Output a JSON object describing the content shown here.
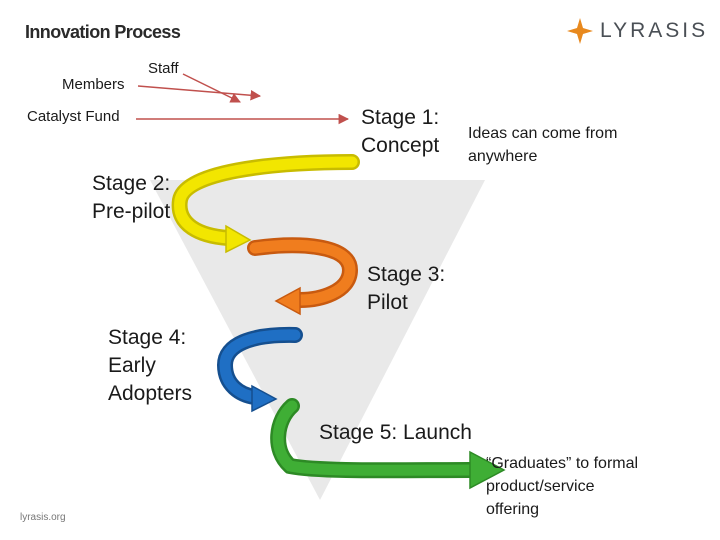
{
  "header": {
    "title": "Innovation Process",
    "logo_text": "LYRASIS"
  },
  "inputs": {
    "members": "Members",
    "staff": "Staff",
    "catalyst_fund": "Catalyst Fund"
  },
  "stages": [
    {
      "label": "Stage 1:\nConcept",
      "color": "#e8622a"
    },
    {
      "label": "Stage 2:\nPre-pilot",
      "color": "#f2e600"
    },
    {
      "label": "Stage 3:\nPilot",
      "color": "#f07d1e"
    },
    {
      "label": "Stage 4:\nEarly\nAdopters",
      "color": "#1f6fc4"
    },
    {
      "label": "Stage 5: Launch",
      "color": "#3fae35"
    }
  ],
  "notes": {
    "ideas": "Ideas can come from\nanywhere",
    "graduates": "“Graduates” to formal\nproduct/service\noffering"
  },
  "footer": {
    "url": "lyrasis.org"
  },
  "colors": {
    "funnel": "#e9e9e9",
    "input_arrow": "#c0504d",
    "logo_star": "#e8891e"
  }
}
